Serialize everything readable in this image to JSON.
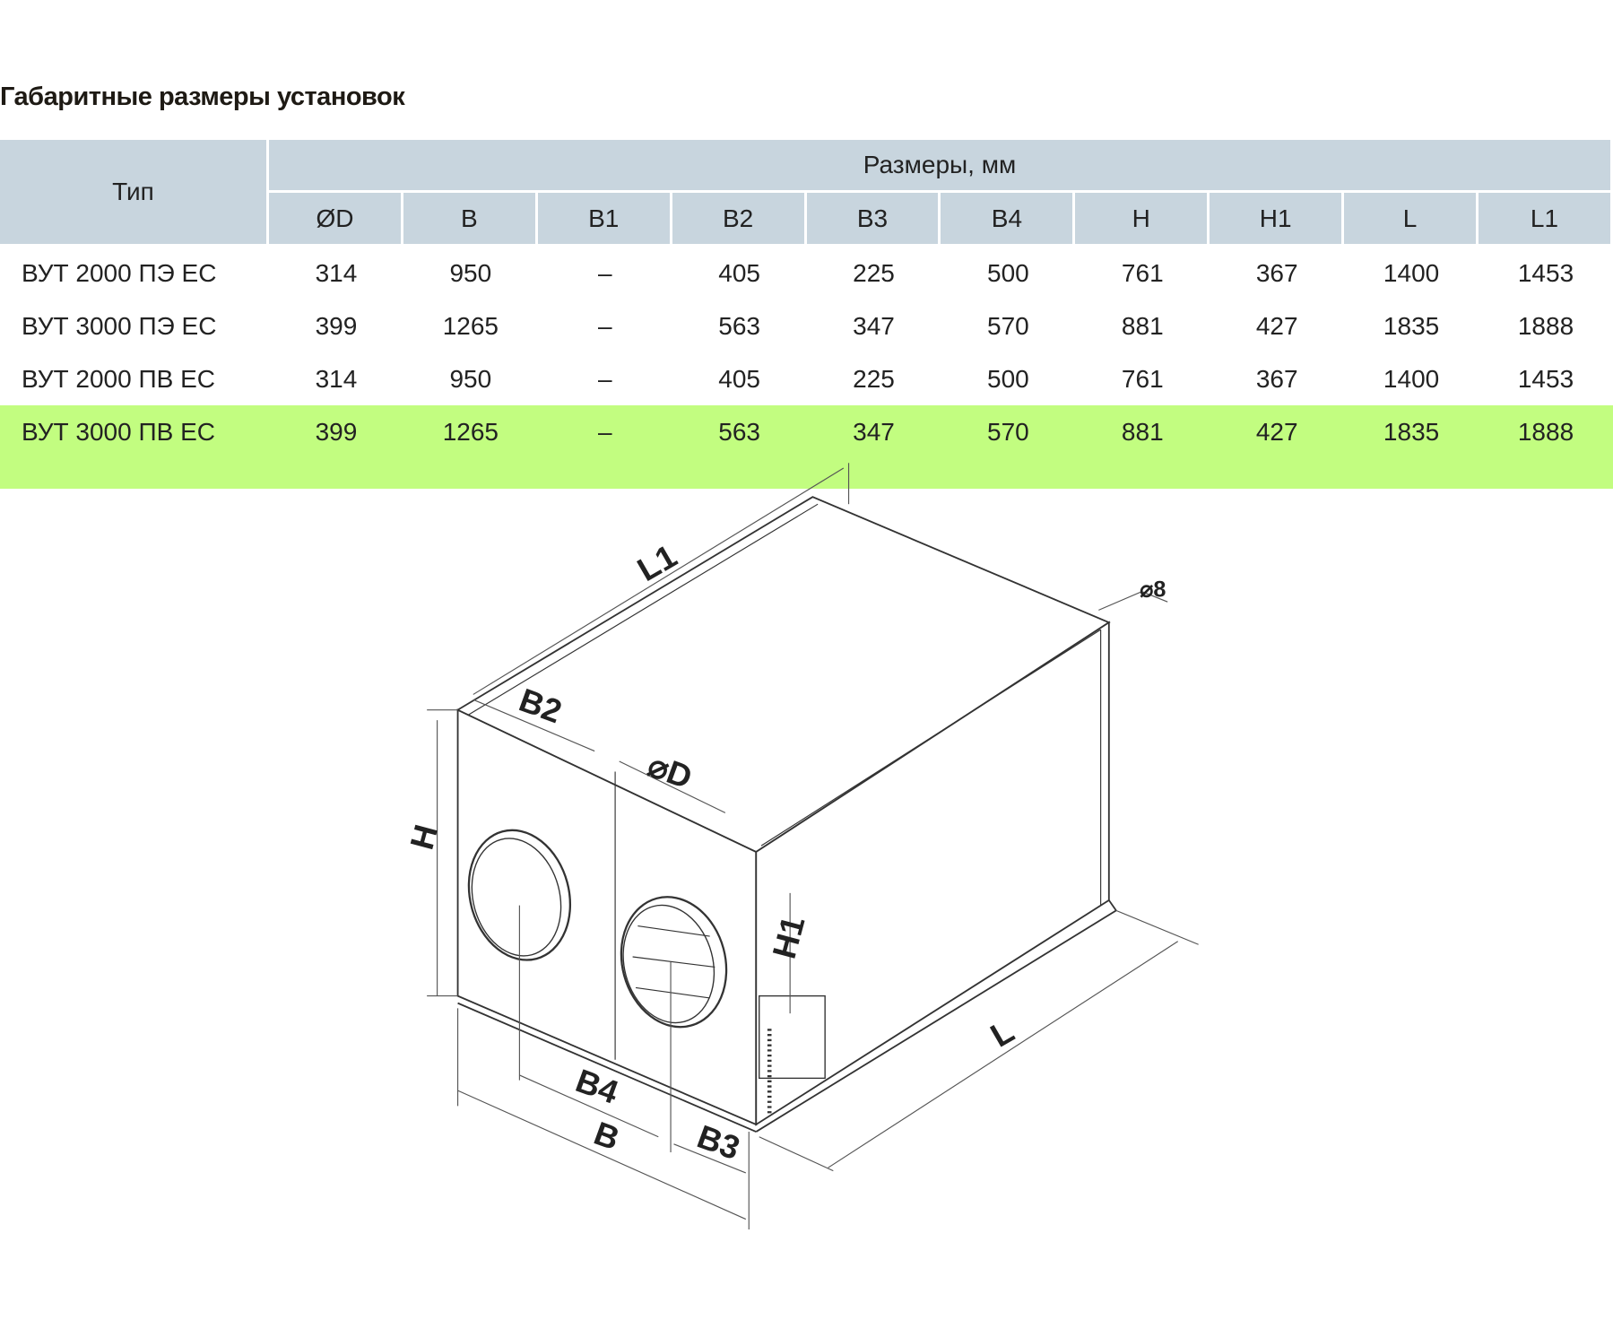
{
  "title": "Габаритные размеры установок",
  "table": {
    "type_header": "Тип",
    "group_header": "Размеры, мм",
    "columns": [
      "ØD",
      "B",
      "B1",
      "B2",
      "B3",
      "B4",
      "H",
      "H1",
      "L",
      "L1"
    ],
    "rows": [
      {
        "name": "ВУТ 2000 ПЭ ЕС",
        "values": [
          "314",
          "950",
          "–",
          "405",
          "225",
          "500",
          "761",
          "367",
          "1400",
          "1453"
        ]
      },
      {
        "name": "ВУТ 3000 ПЭ ЕС",
        "values": [
          "399",
          "1265",
          "–",
          "563",
          "347",
          "570",
          "881",
          "427",
          "1835",
          "1888"
        ]
      },
      {
        "name": "ВУТ 2000 ПВ ЕС",
        "values": [
          "314",
          "950",
          "–",
          "405",
          "225",
          "500",
          "761",
          "367",
          "1400",
          "1453"
        ]
      },
      {
        "name": "ВУТ 3000 ПВ ЕС",
        "values": [
          "399",
          "1265",
          "–",
          "563",
          "347",
          "570",
          "881",
          "427",
          "1835",
          "1888"
        ]
      }
    ],
    "highlight_color": "#c2fd80",
    "header_color": "#c8d5de"
  },
  "diagram": {
    "labels": {
      "L1": "L1",
      "B2": "B2",
      "D": "⌀D",
      "d8": "⌀8",
      "H": "H",
      "H1": "H1",
      "L": "L",
      "B4": "B4",
      "B": "B",
      "B3": "B3"
    }
  }
}
